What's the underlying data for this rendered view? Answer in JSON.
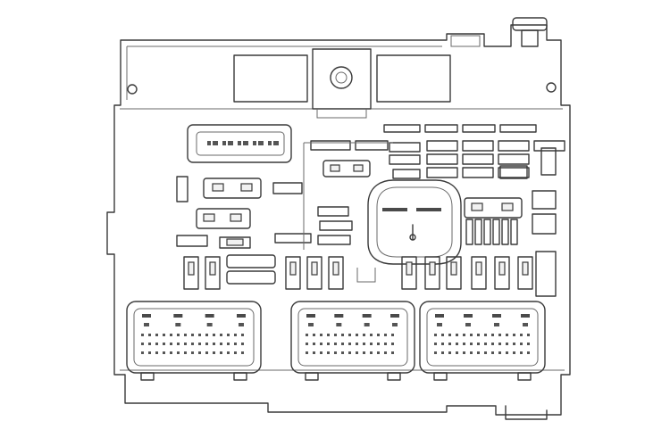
{
  "figure": {
    "subject": "fuse-relay-box-line-drawing",
    "colors": {
      "line": "#3a3a3a",
      "paper": "#ffffff",
      "shade": "#f1f1f1"
    }
  },
  "connectors": [
    {
      "id": "connector-left"
    },
    {
      "id": "connector-middle"
    },
    {
      "id": "connector-right"
    }
  ]
}
